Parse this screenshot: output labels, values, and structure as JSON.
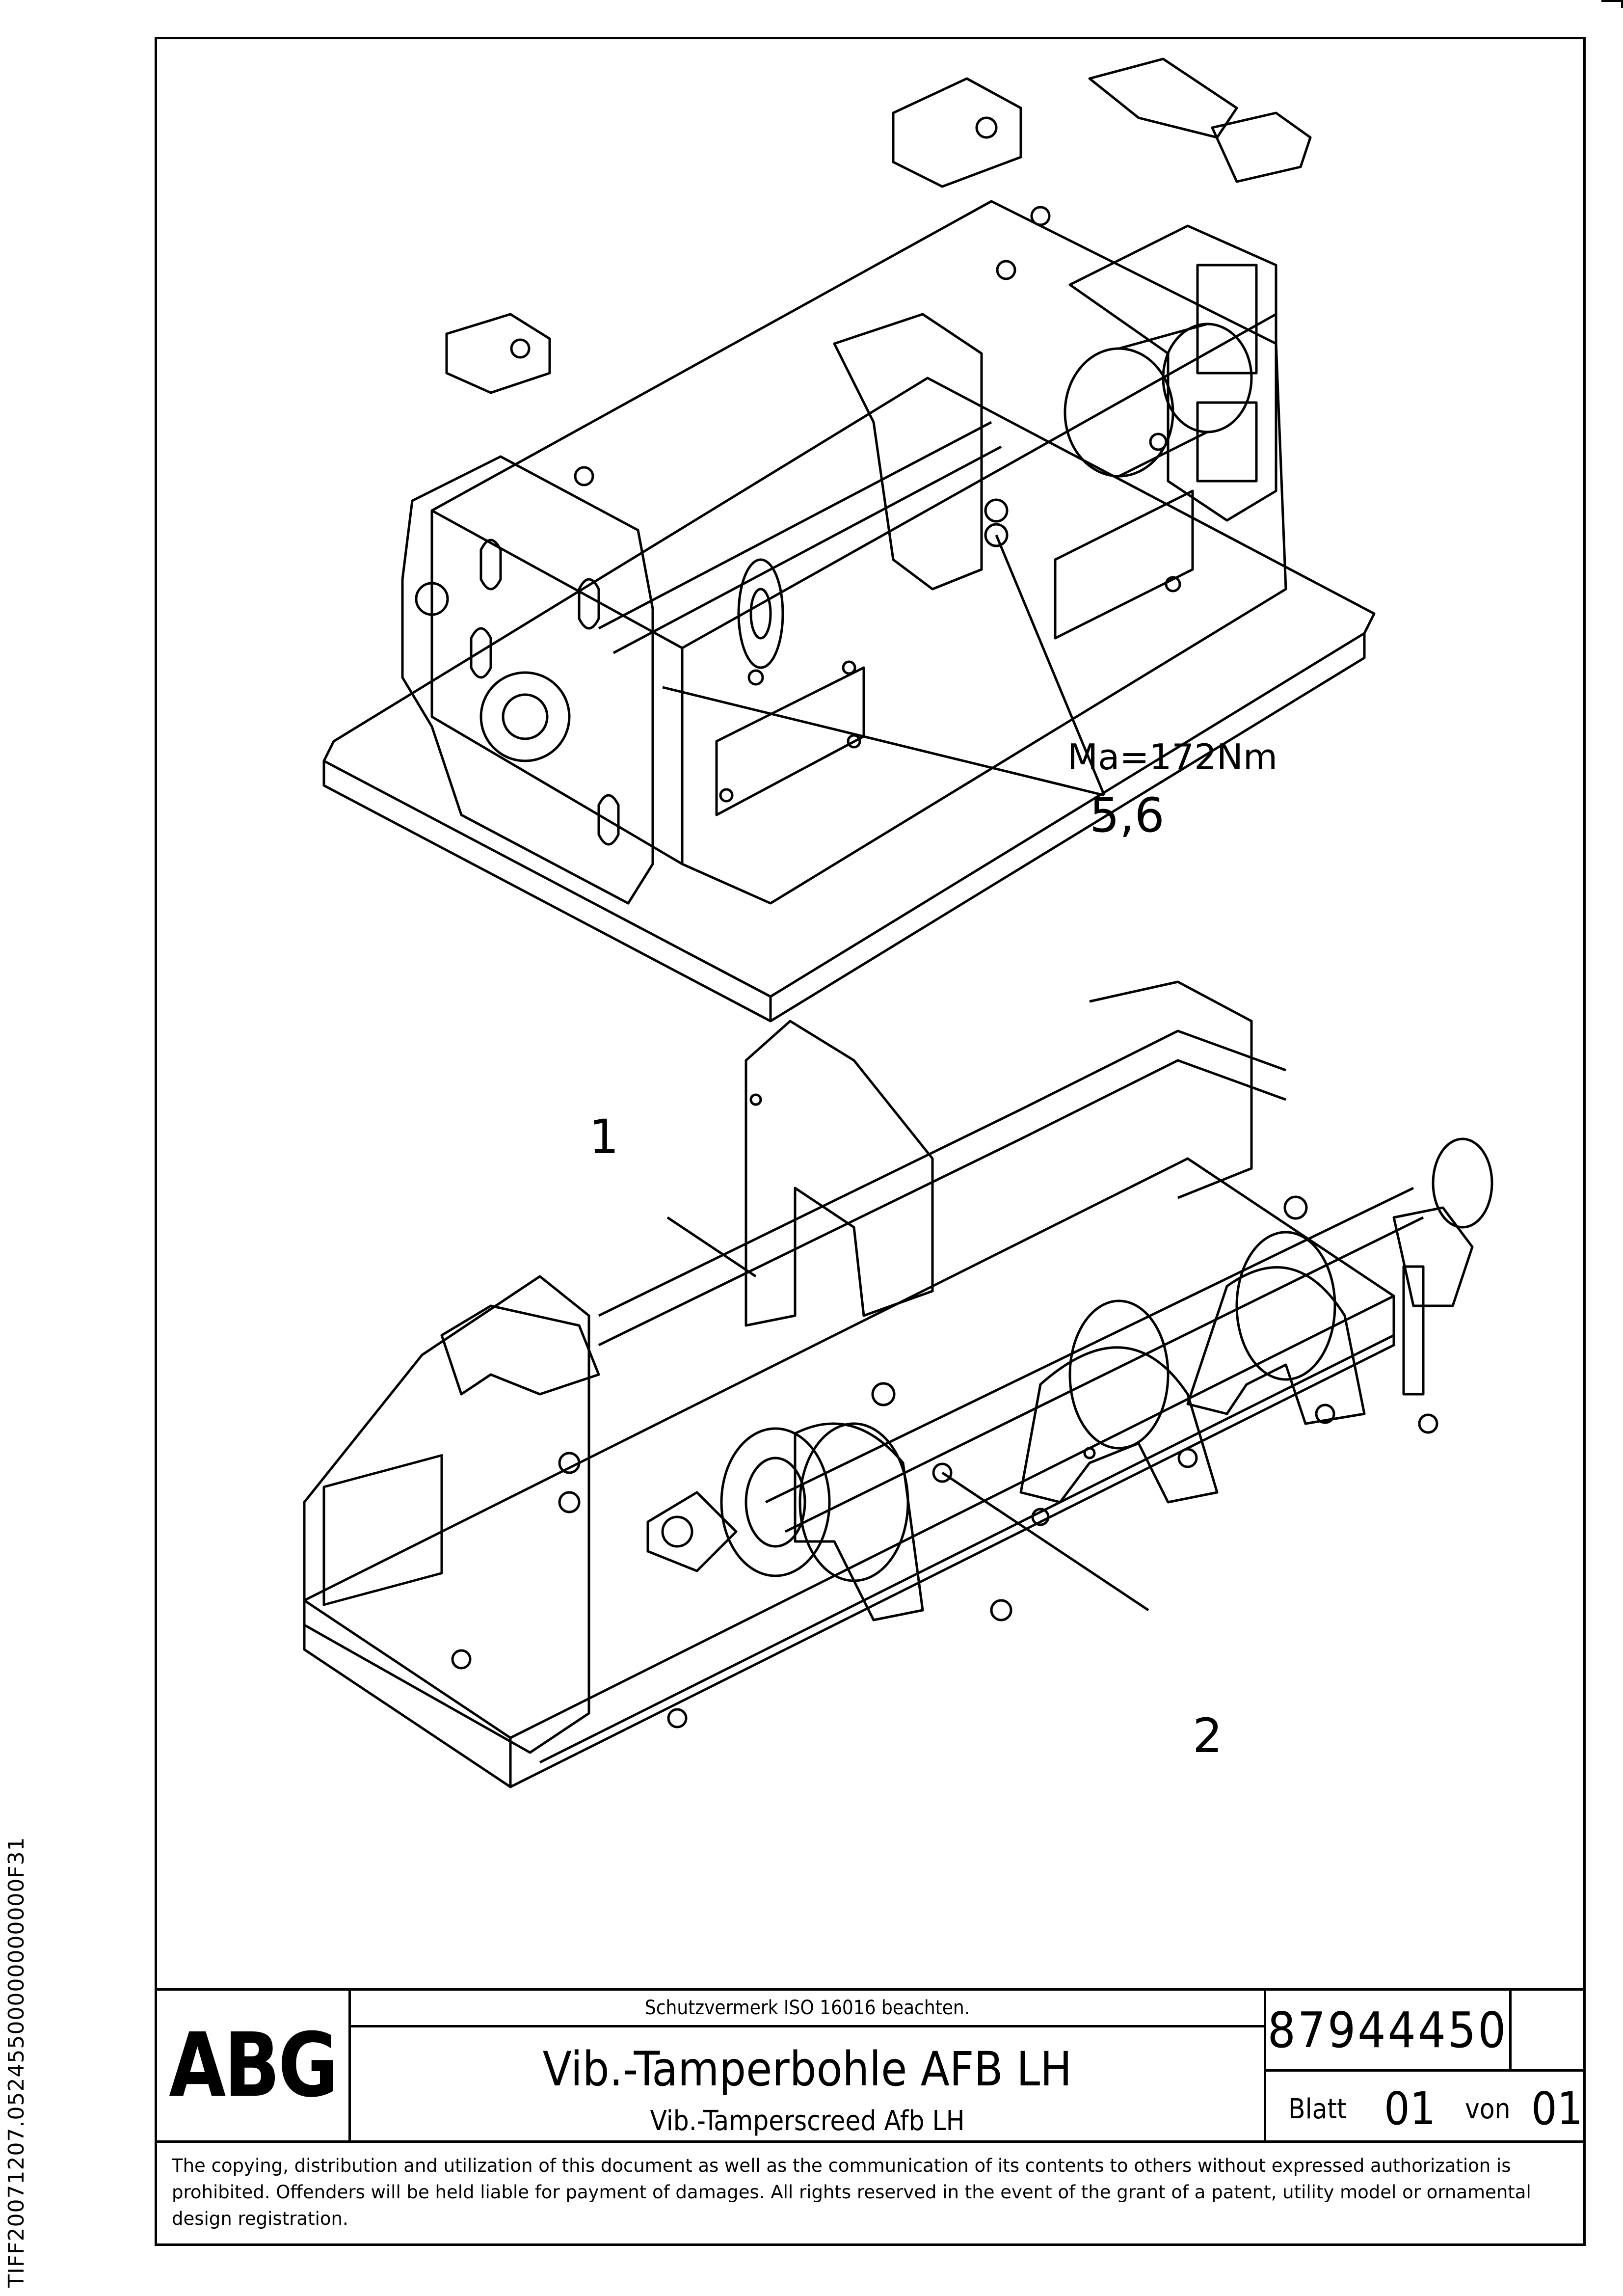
{
  "side_code": "TIFF20071207.05245500000000000F31",
  "drawing": {
    "torque_label": "Ma=172Nm",
    "torque_ref": "5,6",
    "callout_1": "1",
    "callout_2": "2"
  },
  "title_block": {
    "logo": "ABG",
    "protection_note": "Schutzvermerk ISO 16016 beachten.",
    "title_de": "Vib.-Tamperbohle AFB LH",
    "title_en": "Vib.-Tamperscreed Afb LH",
    "part_number": "87944450",
    "sheet_label": "Blatt",
    "sheet_number": "01",
    "of_label": "von",
    "sheet_total": "01"
  },
  "copyright": "The copying, distribution and utilization of this document as well as the communication of its contents to others without expressed authorization is prohibited. Offenders will be held liable for payment of damages. All rights reserved in the event of the grant of a patent, utility model or ornamental design registration."
}
